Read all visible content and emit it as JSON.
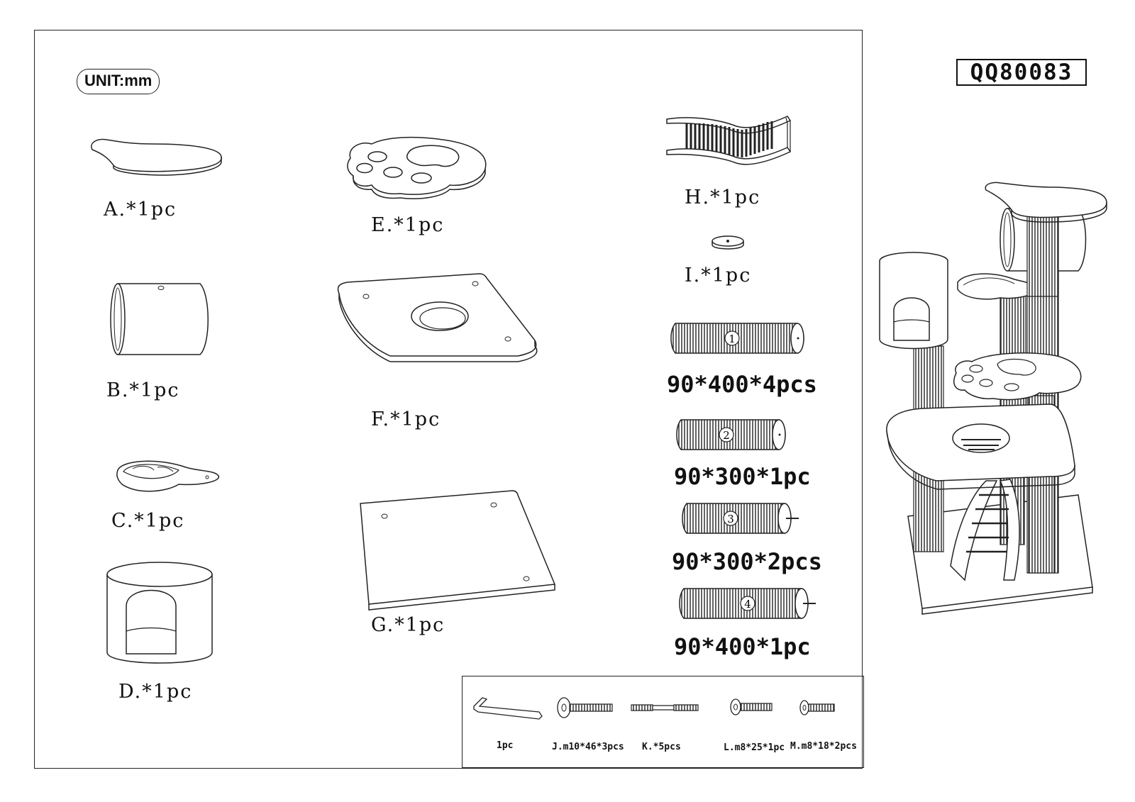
{
  "header": {
    "unit": "UNIT:mm",
    "model": "QQ80083"
  },
  "parts": {
    "a": "A.*1pc",
    "b": "B.*1pc",
    "c": "C.*1pc",
    "d": "D.*1pc",
    "e": "E.*1pc",
    "f": "F.*1pc",
    "g": "G.*1pc",
    "h": "H.*1pc",
    "i": "I.*1pc"
  },
  "posts": [
    {
      "number": "1",
      "size": "90*400*4pcs"
    },
    {
      "number": "2",
      "size": "90*300*1pc"
    },
    {
      "number": "3",
      "size": "90*300*2pcs"
    },
    {
      "number": "4",
      "size": "90*400*1pc"
    }
  ],
  "hardware": {
    "wrench": "1pc",
    "j": "J.m10*46*3pcs",
    "k": "K.*5pcs",
    "l": "L.m8*25*1pc",
    "m": "M.m8*18*2pcs"
  }
}
